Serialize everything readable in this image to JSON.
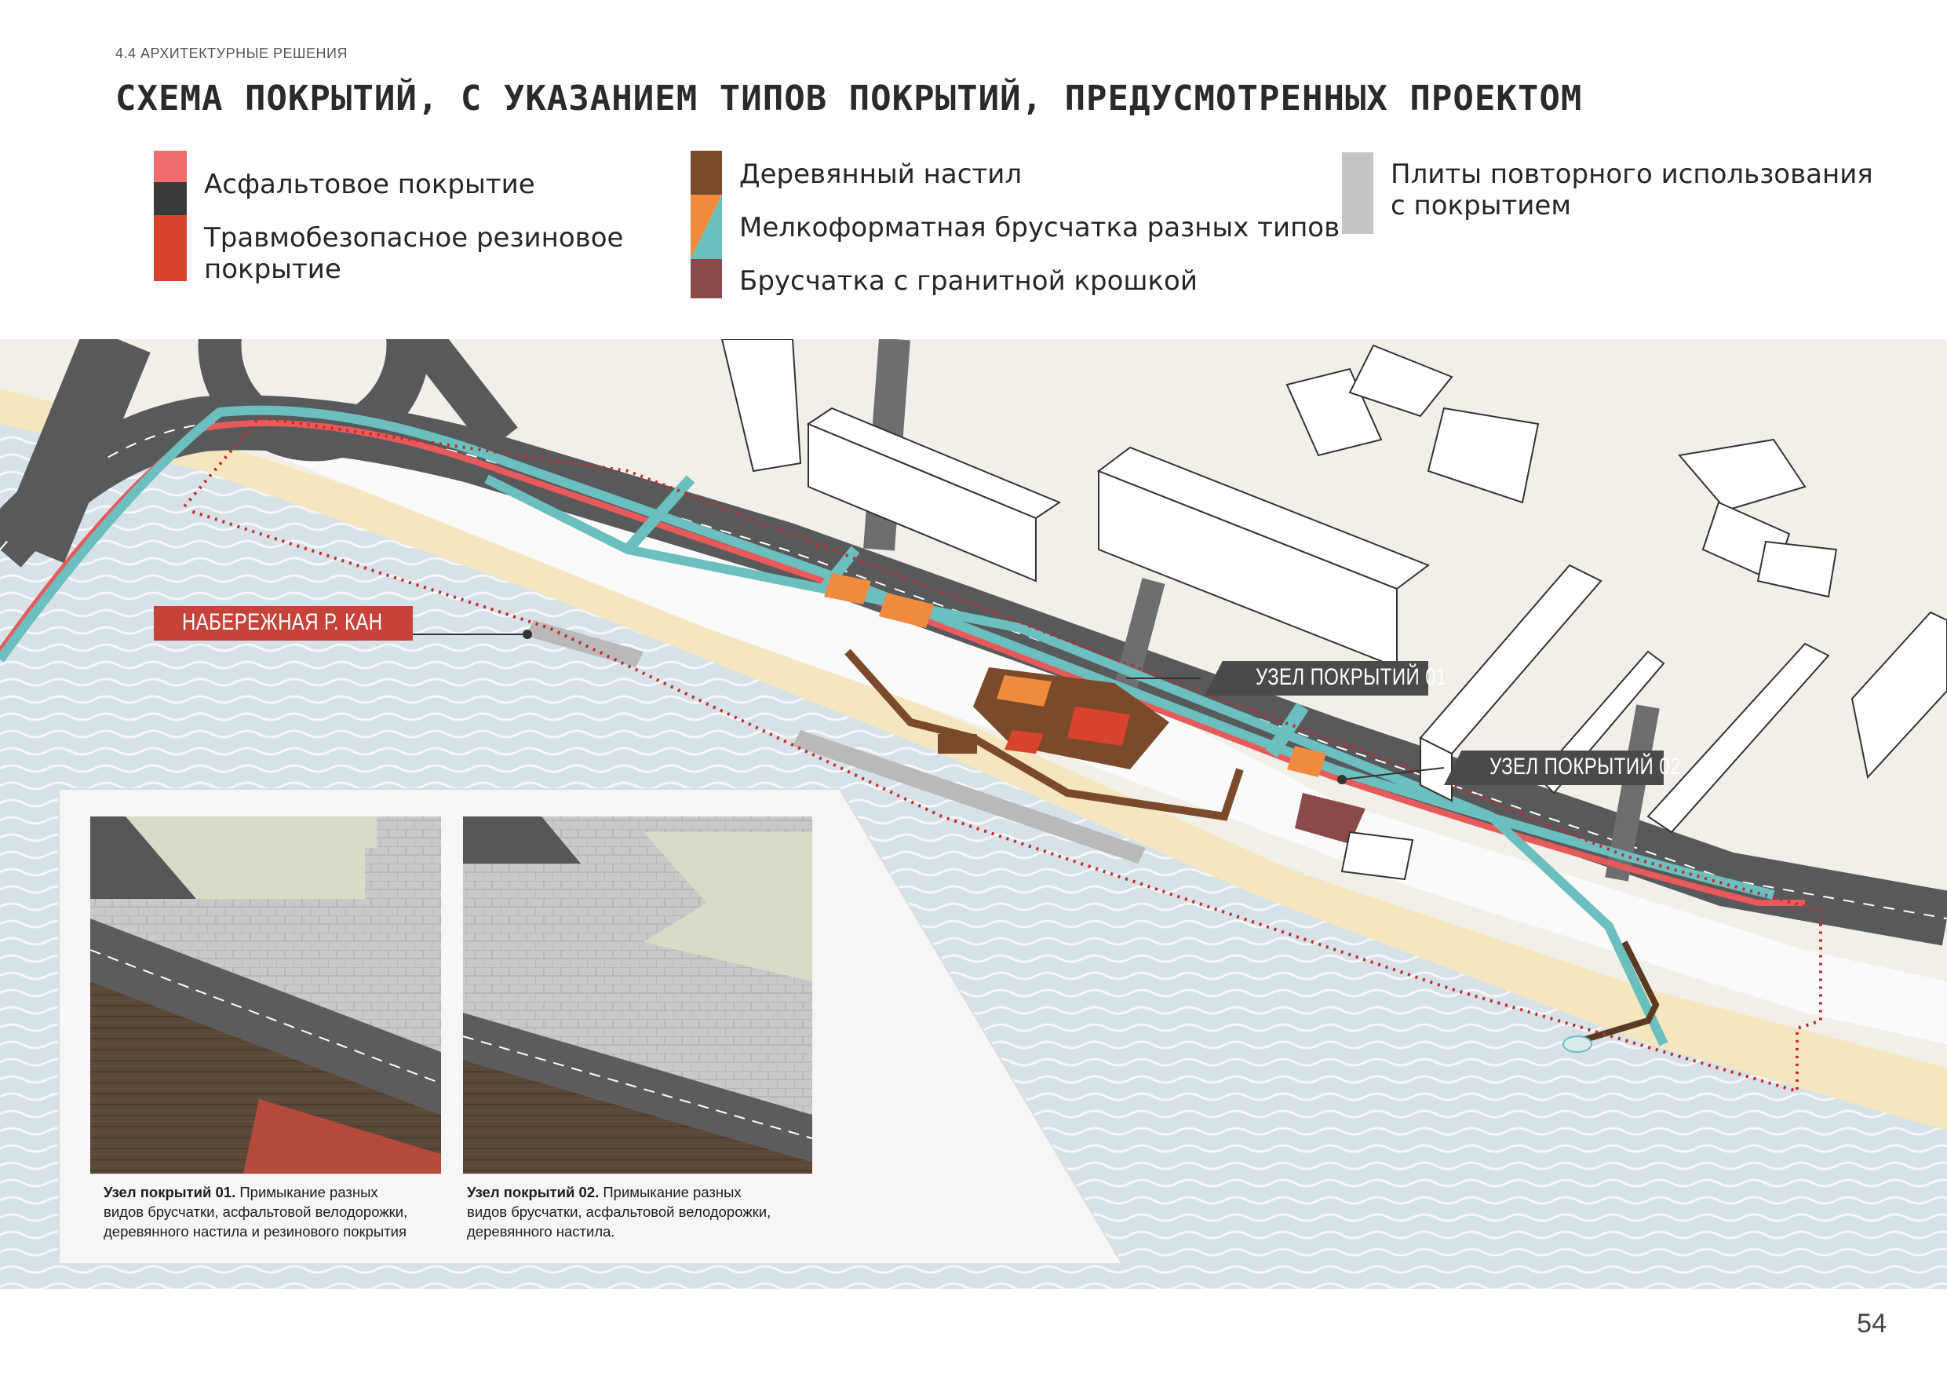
{
  "header": {
    "section": "4.4 АРХИТЕКТУРНЫЕ РЕШЕНИЯ",
    "title": "СХЕМА ПОКРЫТИЙ, С УКАЗАНИЕМ ТИПОВ ПОКРЫТИЙ, ПРЕДУСМОТРЕННЫХ ПРОЕКТОМ"
  },
  "legend": {
    "asphalt": "Асфальтовое покрытие",
    "rubber_line1": "Травмобезопасное резиновое",
    "rubber_line2": "покрытие",
    "wood": "Деревянный настил",
    "paving": "Мелкоформатная брусчатка разных типов",
    "granite": "Брусчатка с гранитной крошкой",
    "reuse_line1": "Плиты повторного использования",
    "reuse_line2": "с покрытием"
  },
  "colors": {
    "asphalt_red": "#f06b6b",
    "asphalt_dark": "#3a3a3a",
    "rubber": "#d9432c",
    "wood": "#7a4a2a",
    "paving_orange": "#f08a3c",
    "paving_teal": "#6bbfbf",
    "granite": "#8a4a4a",
    "reuse": "#c4c6c4",
    "water": "#d8e3ea",
    "sand": "#f5e6bf",
    "land": "#f2efe8"
  },
  "map_labels": {
    "embankment": "НАБЕРЕЖНАЯ Р. КАН",
    "node1": "УЗЕЛ ПОКРЫТИЙ 01",
    "node2": "УЗЕЛ ПОКРЫТИЙ 02"
  },
  "insets": {
    "node1_bold": "Узел покрытий 01.",
    "node1_line1": " Примыкание разных",
    "node1_line2": "видов брусчатки, асфальтовой велодорожки,",
    "node1_line3": "деревянного настила и резинового покрытия",
    "node2_bold": "Узел покрытий 02.",
    "node2_line1": " Примыкание разных",
    "node2_line2": "видов брусчатки, асфальтовой велодорожки,",
    "node2_line3": "деревянного настила."
  },
  "page_number": "54"
}
